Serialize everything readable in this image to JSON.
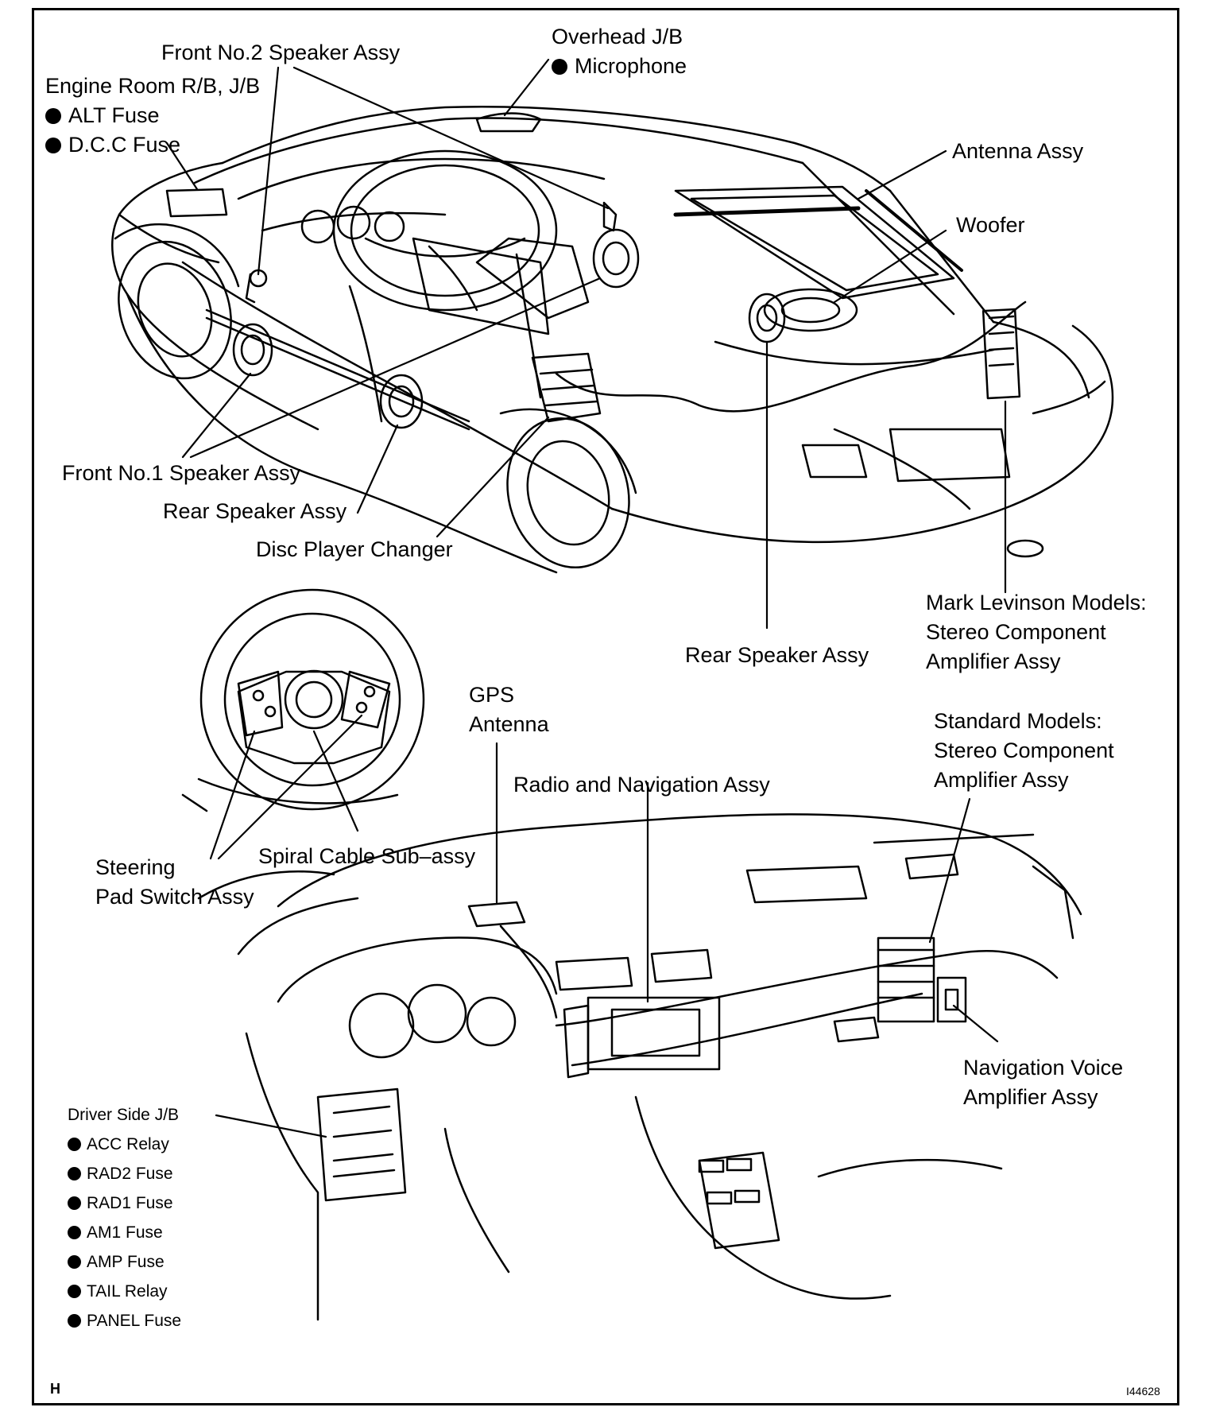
{
  "labels": {
    "front_no2_speaker": "Front No.2 Speaker Assy",
    "overhead_jb": "Overhead J/B",
    "microphone": "Microphone",
    "engine_room_rb_jb": "Engine Room R/B, J/B",
    "alt_fuse": "ALT Fuse",
    "dcc_fuse": "D.C.C Fuse",
    "antenna_assy": "Antenna Assy",
    "woofer": "Woofer",
    "front_no1_speaker": "Front No.1 Speaker Assy",
    "rear_speaker_left": "Rear Speaker Assy",
    "disc_player_changer": "Disc Player Changer",
    "mark_levinson": [
      "Mark Levinson Models:",
      "Stereo Component",
      "Amplifier Assy"
    ],
    "rear_speaker_right": "Rear Speaker Assy",
    "gps_antenna": [
      "GPS",
      "Antenna"
    ],
    "radio_navigation": "Radio and Navigation Assy",
    "standard_models": [
      "Standard Models:",
      "Stereo Component",
      "Amplifier Assy"
    ],
    "spiral_cable": "Spiral Cable Sub–assy",
    "steering_pad_switch": [
      "Steering",
      "Pad Switch Assy"
    ],
    "navigation_voice_amp": [
      "Navigation Voice",
      "Amplifier Assy"
    ]
  },
  "driver_side_jb": {
    "title": "Driver Side J/B",
    "items": [
      "ACC Relay",
      "RAD2 Fuse",
      "RAD1 Fuse",
      "AM1 Fuse",
      "AMP Fuse",
      "TAIL Relay",
      "PANEL Fuse"
    ]
  },
  "footer": {
    "page_letter": "H",
    "figure_id": "I44628"
  }
}
